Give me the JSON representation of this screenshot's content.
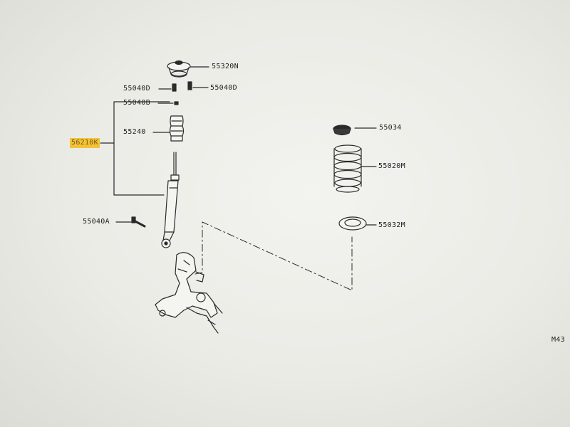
{
  "parts": {
    "upper_mount": "55320N",
    "nut_left": "55040D",
    "nut_right": "55040D",
    "washer": "55040B",
    "bump_stop": "55240",
    "shock_absorber": "56210K",
    "lower_bolt": "55040A",
    "upper_spring_seat": "55034",
    "coil_spring": "55020M",
    "lower_spring_seat": "55032M"
  },
  "page_code": "M43",
  "colors": {
    "highlight": "#f2c23a",
    "line": "#2a2a2a",
    "background": "#ebebe6"
  }
}
